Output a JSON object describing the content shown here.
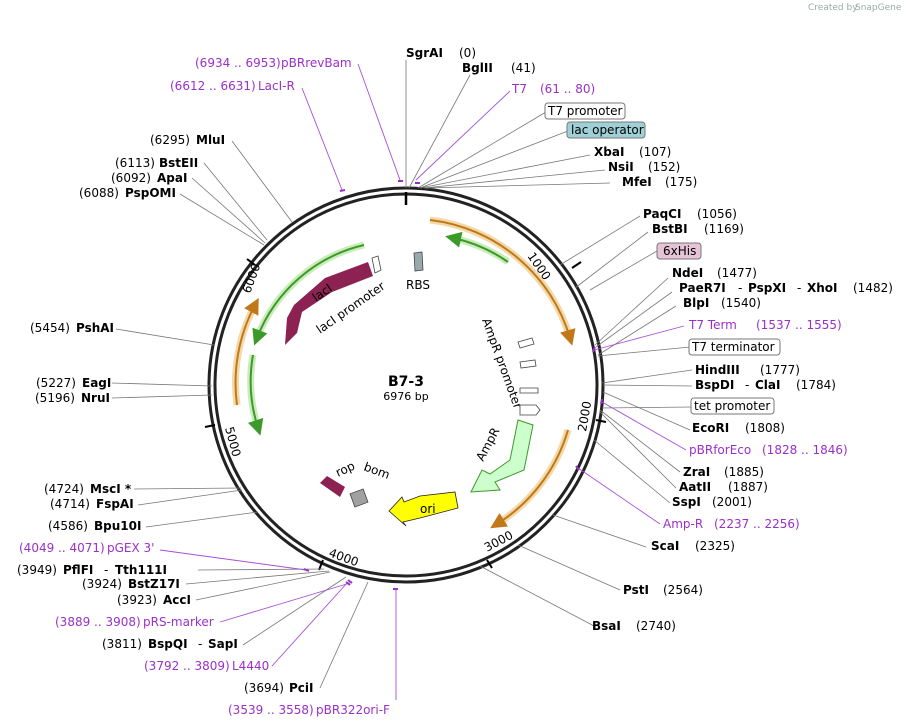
{
  "credit": {
    "text": "Created by",
    "brand": "SnapGene"
  },
  "plasmid": {
    "name": "B7-3",
    "length_label": "6976 bp"
  },
  "ticks": [
    "1000",
    "2000",
    "3000",
    "4000",
    "5000",
    "6000"
  ],
  "enzymes": {
    "sgrai": {
      "name": "SgrAI",
      "pos": "(0)"
    },
    "bglii": {
      "name": "BglII",
      "pos": "(41)"
    },
    "xbai": {
      "name": "XbaI",
      "pos": "(107)"
    },
    "nsii": {
      "name": "NsiI",
      "pos": "(152)"
    },
    "mfei": {
      "name": "MfeI",
      "pos": "(175)"
    },
    "paqci": {
      "name": "PaqCI",
      "pos": "(1056)"
    },
    "bstbi": {
      "name": "BstBI",
      "pos": "(1169)"
    },
    "ndei": {
      "name": "NdeI",
      "pos": "(1477)"
    },
    "paer7i": {
      "name": "PaeR7I",
      "sep1": "-",
      "name2": "PspXI",
      "sep2": "-",
      "name3": "XhoI",
      "pos": "(1482)"
    },
    "blpi": {
      "name": "BlpI",
      "pos": "(1540)"
    },
    "hindiii": {
      "name": "HindIII",
      "pos": "(1777)"
    },
    "bspdi": {
      "name": "BspDI",
      "sep1": "-",
      "name2": "ClaI",
      "pos": "(1784)"
    },
    "ecori": {
      "name": "EcoRI",
      "pos": "(1808)"
    },
    "zrai": {
      "name": "ZraI",
      "pos": "(1885)"
    },
    "aatii": {
      "name": "AatII",
      "pos": "(1887)"
    },
    "sspi": {
      "name": "SspI",
      "pos": "(2001)"
    },
    "scai": {
      "name": "ScaI",
      "pos": "(2325)"
    },
    "psti": {
      "name": "PstI",
      "pos": "(2564)"
    },
    "bsai": {
      "name": "BsaI",
      "pos": "(2740)"
    },
    "pcii": {
      "name": "PciI",
      "pos": "(3694)"
    },
    "bspqi": {
      "name": "BspQI",
      "sep1": "-",
      "name2": "SapI",
      "pos": "(3811)"
    },
    "acci": {
      "name": "AccI",
      "pos": "(3923)"
    },
    "bstz17i": {
      "name": "BstZ17I",
      "pos": "(3924)"
    },
    "pflfi": {
      "name": "PflFI",
      "sep1": "-",
      "name2": "Tth111I",
      "pos": "(3949)"
    },
    "bpu10i": {
      "name": "Bpu10I",
      "pos": "(4586)"
    },
    "fspai": {
      "name": "FspAI",
      "pos": "(4714)"
    },
    "msci": {
      "name": "MscI *",
      "pos": "(4724)"
    },
    "nrui": {
      "name": "NruI",
      "pos": "(5196)"
    },
    "eagi": {
      "name": "EagI",
      "pos": "(5227)"
    },
    "pshai": {
      "name": "PshAI",
      "pos": "(5454)"
    },
    "pspomi": {
      "name": "PspOMI",
      "pos": "(6088)"
    },
    "apai": {
      "name": "ApaI",
      "pos": "(6092)"
    },
    "bsteii": {
      "name": "BstEII",
      "pos": "(6113)"
    },
    "mlui": {
      "name": "MluI",
      "pos": "(6295)"
    }
  },
  "primers": {
    "pbrrevbam": {
      "range": "(6934 .. 6953)",
      "name": "pBRrevBam"
    },
    "laci_r": {
      "range": "(6612 .. 6631)",
      "name": "LacI-R"
    },
    "t7": {
      "name": "T7",
      "range": "(61 .. 80)"
    },
    "t7term": {
      "name": "T7 Term",
      "range": "(1537 .. 1555)"
    },
    "pbrforeco": {
      "name": "pBRforEco",
      "range": "(1828 .. 1846)"
    },
    "ampr": {
      "name": "Amp-R",
      "range": "(2237 .. 2256)"
    },
    "pgex3": {
      "range": "(4049 .. 4071)",
      "name": "pGEX 3'"
    },
    "prsmarker": {
      "range": "(3889 .. 3908)",
      "name": "pRS-marker"
    },
    "l4440": {
      "range": "(3792 .. 3809)",
      "name": "L4440"
    },
    "pbr322ori": {
      "range": "(3539 .. 3558)",
      "name": "pBR322ori-F"
    }
  },
  "boxed_features": {
    "t7_promoter": "T7 promoter",
    "lac_operator": "lac operator",
    "his6": "6xHis",
    "t7_terminator": "T7 terminator",
    "tet_promoter": "tet promoter"
  },
  "features": {
    "rbs": "RBS",
    "ampr_promoter": "AmpR promoter",
    "ampr": "AmpR",
    "ori": "ori",
    "rop": "rop",
    "bom": "bom",
    "laci": "lacI",
    "laci_promoter": "lacI promoter"
  },
  "colors": {
    "primer": "#9b30c8",
    "ori": "#ffff00",
    "ampr": "#ccffcc",
    "laci": "#8b2252",
    "bom": "#a0a0a0",
    "lac_operator": "#9fd0d8",
    "his6": "#e6c3d6",
    "orf_orange": "#e8a640",
    "orf_green": "#3c9a2a"
  }
}
